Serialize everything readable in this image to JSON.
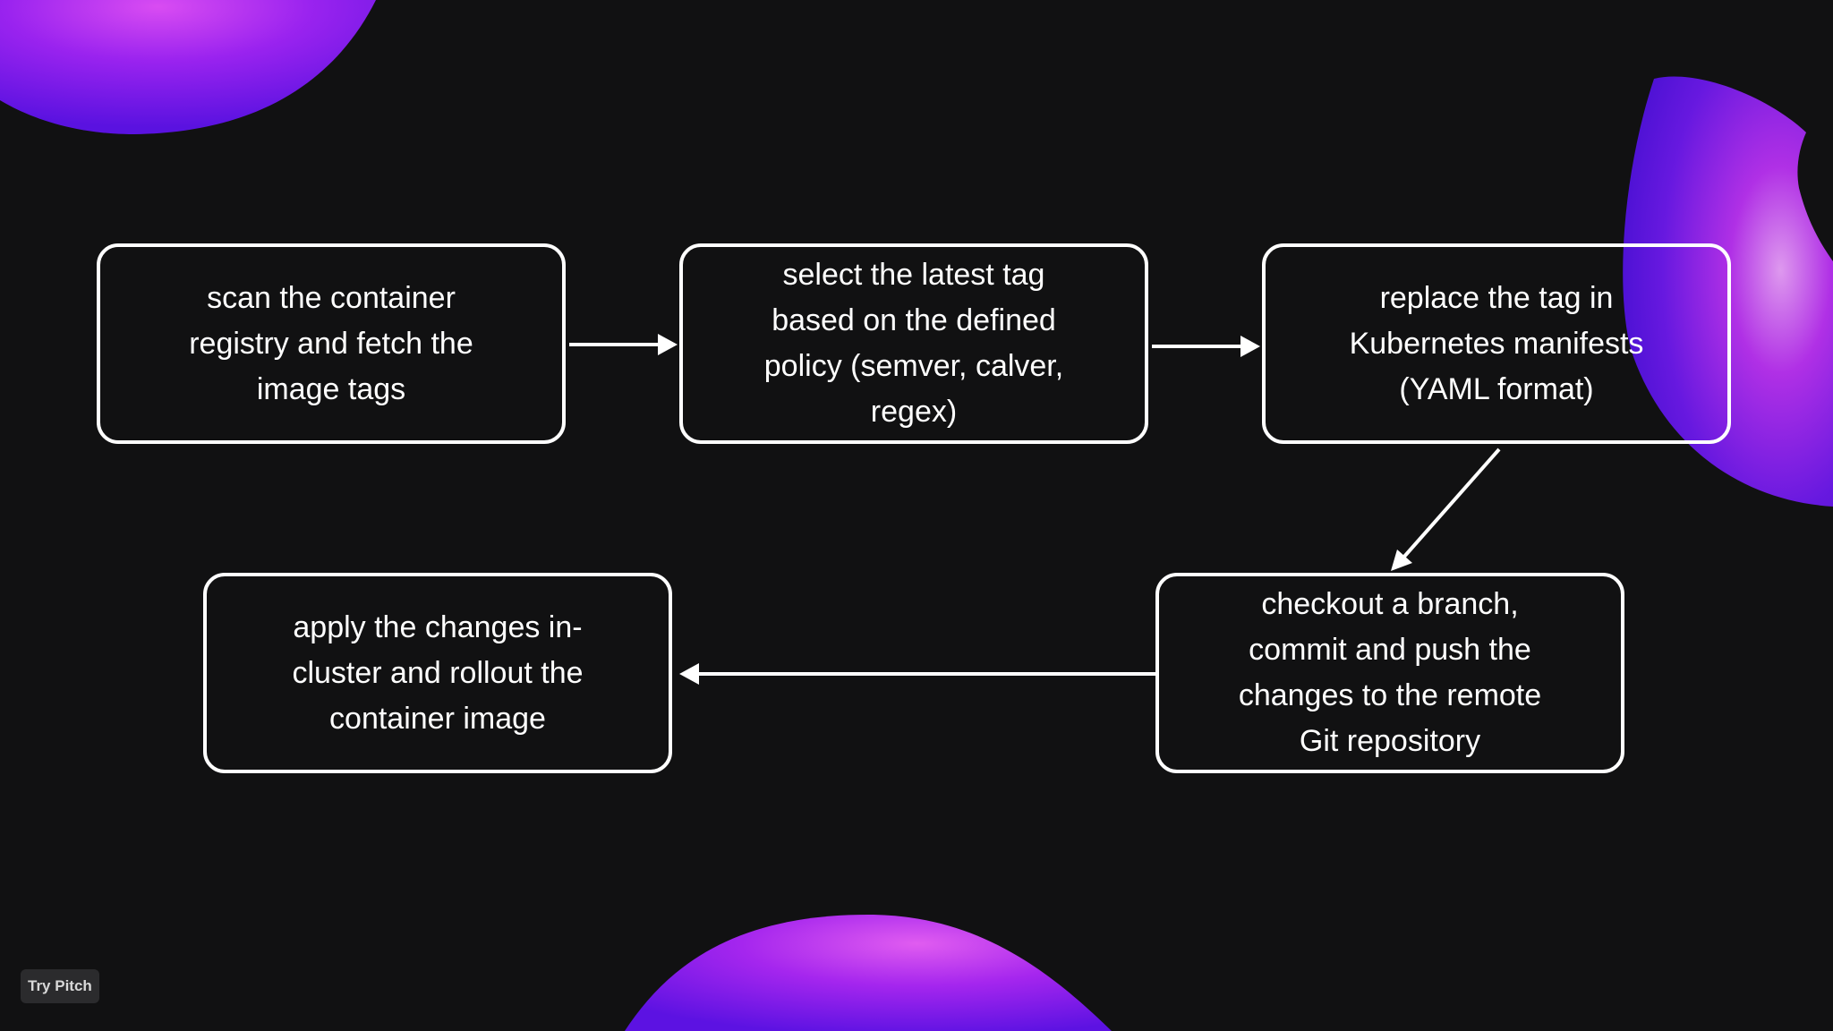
{
  "colors": {
    "background": "#111112",
    "stroke": "#ffffff",
    "accent_purple": "#7a1cf0",
    "accent_magenta": "#c21be8"
  },
  "diagram": {
    "nodes": [
      {
        "id": "scan",
        "label": "scan the container\nregistry and fetch the\nimage tags"
      },
      {
        "id": "select",
        "label": "select the latest tag\nbased on the defined\npolicy (semver, calver,\nregex)"
      },
      {
        "id": "replace",
        "label": "replace the tag in\nKubernetes manifests\n(YAML format)"
      },
      {
        "id": "checkout",
        "label": "checkout a branch,\ncommit and push the\nchanges to the remote\nGit repository"
      },
      {
        "id": "apply",
        "label": "apply the changes in-\ncluster and rollout the\ncontainer image"
      }
    ],
    "edges": [
      {
        "from": "scan",
        "to": "select"
      },
      {
        "from": "select",
        "to": "replace"
      },
      {
        "from": "replace",
        "to": "checkout"
      },
      {
        "from": "checkout",
        "to": "apply"
      }
    ]
  },
  "footer": {
    "cta_label": "Try Pitch"
  }
}
